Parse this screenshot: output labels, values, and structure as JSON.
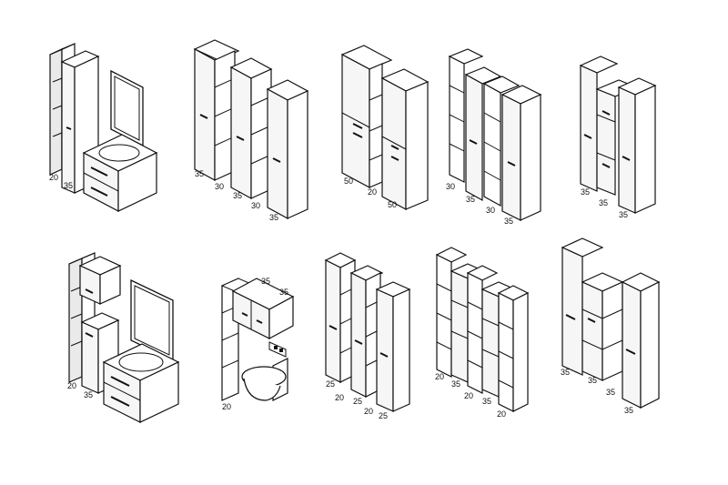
{
  "colors": {
    "stroke": "#111111",
    "fill": "#ffffff",
    "front": "#f6f6f6",
    "side": "#eaeaea"
  },
  "configurations": [
    {
      "id": "c1",
      "labels": [
        "20",
        "35"
      ]
    },
    {
      "id": "c2",
      "labels": [
        "35",
        "30",
        "35",
        "30",
        "35"
      ]
    },
    {
      "id": "c3",
      "labels": [
        "50",
        "20",
        "50"
      ]
    },
    {
      "id": "c4",
      "labels": [
        "30",
        "35",
        "30",
        "35"
      ]
    },
    {
      "id": "c5",
      "labels": [
        "35",
        "35",
        "35"
      ]
    },
    {
      "id": "c6",
      "labels": [
        "20",
        "35"
      ]
    },
    {
      "id": "c7",
      "labels": [
        "35",
        "35",
        "20"
      ]
    },
    {
      "id": "c8",
      "labels": [
        "25",
        "20",
        "25",
        "20",
        "25"
      ]
    },
    {
      "id": "c9",
      "labels": [
        "20",
        "35",
        "20",
        "35",
        "20"
      ]
    },
    {
      "id": "c10",
      "labels": [
        "35",
        "35",
        "35",
        "35"
      ]
    }
  ]
}
